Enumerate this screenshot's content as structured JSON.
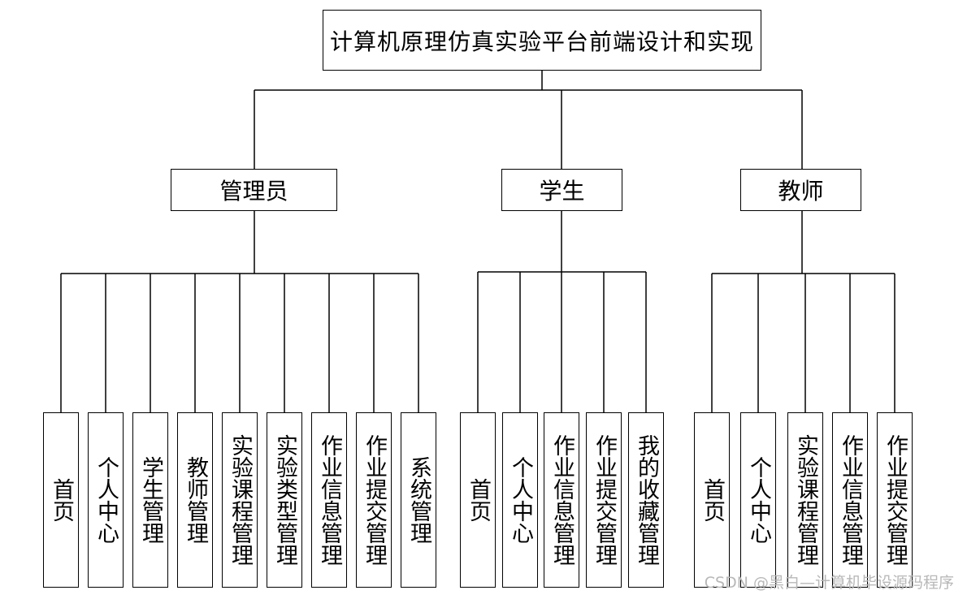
{
  "root": {
    "label": "计算机原理仿真实验平台前端设计和实现"
  },
  "roles": [
    {
      "id": "admin",
      "label": "管理员",
      "children": [
        "首页",
        "个人中心",
        "学生管理",
        "教师管理",
        "实验课程管理",
        "实验类型管理",
        "作业信息管理",
        "作业提交管理",
        "系统管理"
      ]
    },
    {
      "id": "student",
      "label": "学生",
      "children": [
        "首页",
        "个人中心",
        "作业信息管理",
        "作业提交管理",
        "我的收藏管理"
      ]
    },
    {
      "id": "teacher",
      "label": "教师",
      "children": [
        "首页",
        "个人中心",
        "实验课程管理",
        "作业信息管理",
        "作业提交管理"
      ]
    }
  ],
  "watermark": "CSDN @黑白—计算机毕设源码程序"
}
